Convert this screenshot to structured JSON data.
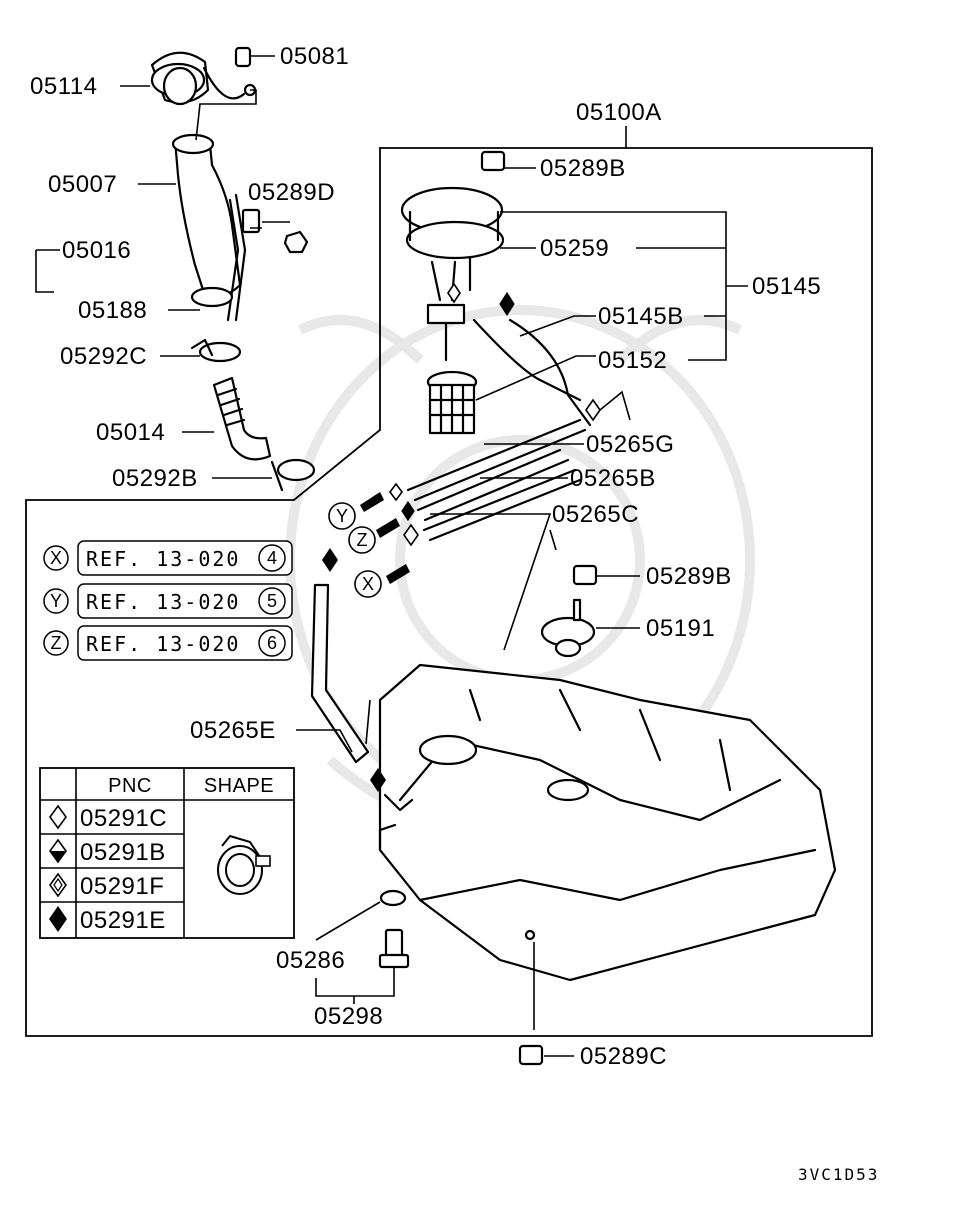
{
  "labels": {
    "p05114": "05114",
    "p05081": "05081",
    "p05100A": "05100A",
    "p05007": "05007",
    "p05289D": "05289D",
    "p05289B_top": "05289B",
    "p05016": "05016",
    "p05259": "05259",
    "p05145": "05145",
    "p05188": "05188",
    "p05145B": "05145B",
    "p05292C": "05292C",
    "p05152": "05152",
    "p05014": "05014",
    "p05265G": "05265G",
    "p05292B": "05292B",
    "p05265B": "05265B",
    "p05265C": "05265C",
    "p05289B_mid": "05289B",
    "p05191": "05191",
    "p05265E": "05265E",
    "p05286": "05286",
    "p05298": "05298",
    "p05289C": "05289C"
  },
  "connectors": [
    "X",
    "Y",
    "Z"
  ],
  "refs": [
    {
      "letter": "X",
      "text": "REF. 13-020",
      "num": "4"
    },
    {
      "letter": "Y",
      "text": "REF. 13-020",
      "num": "5"
    },
    {
      "letter": "Z",
      "text": "REF. 13-020",
      "num": "6"
    }
  ],
  "legend": {
    "col_pnc": "PNC",
    "col_shape": "SHAPE",
    "rows": [
      {
        "symbol": "diamond-outline",
        "pnc": "05291C"
      },
      {
        "symbol": "diamond-half",
        "pnc": "05291B"
      },
      {
        "symbol": "diamond-inner",
        "pnc": "05291F"
      },
      {
        "symbol": "diamond-solid",
        "pnc": "05291E"
      }
    ]
  },
  "diagram_code": "3VC1D53"
}
